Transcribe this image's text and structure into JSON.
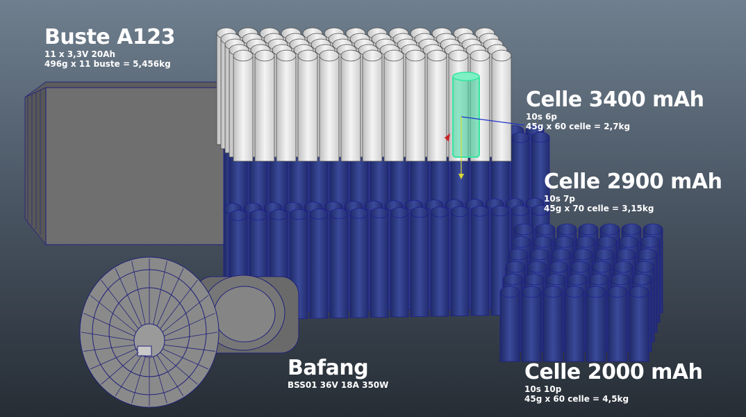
{
  "labels": {
    "a123": {
      "title": "Buste A123",
      "line1": "11 x  3,3V 20Ah",
      "line2": "496g x 11 buste = 5,456kg"
    },
    "c3400": {
      "title": "Celle 3400 mAh",
      "line1": "10s 6p",
      "line2": "45g x 60 celle = 2,7kg"
    },
    "c2900": {
      "title": "Celle 2900 mAh",
      "line1": "10s 7p",
      "line2": "45g x 70 celle = 3,15kg"
    },
    "bafang": {
      "title": "Bafang",
      "line1": "BSS01 36V 18A 350W"
    },
    "c2000": {
      "title": "Celle 2000 mAh",
      "line1": "10s 10p",
      "line2": "45g x 60 celle = 4,5kg"
    }
  },
  "colors": {
    "wire_blue": "#1e1e8c",
    "cell_white": "#e9e9e9",
    "box_grey": "#6f6f6f",
    "selected_green": "#35e6a0"
  }
}
